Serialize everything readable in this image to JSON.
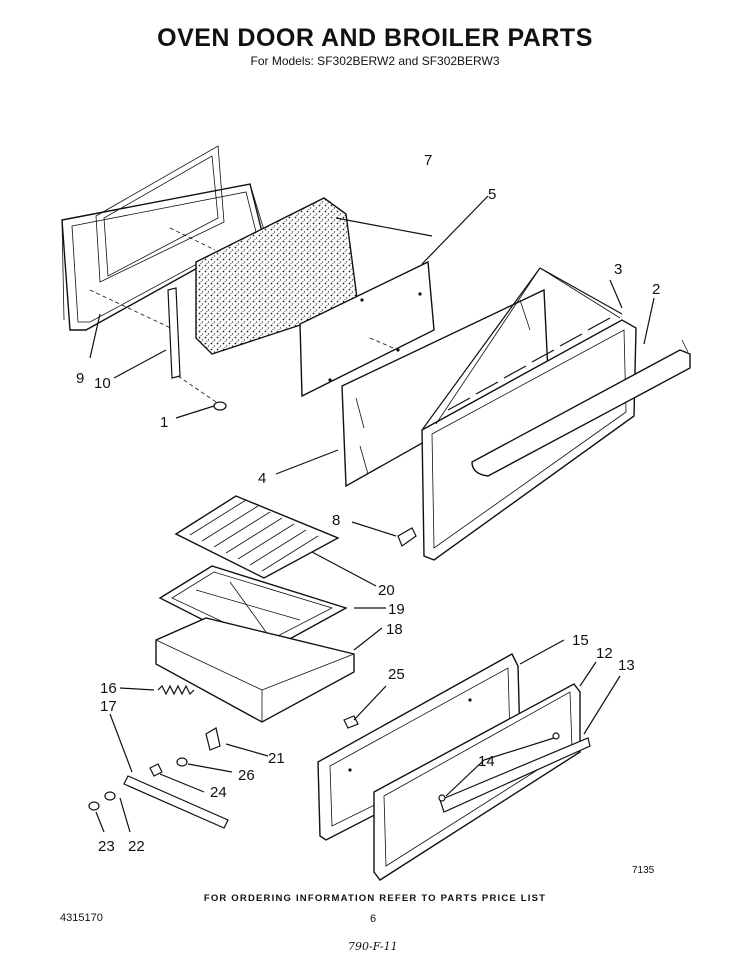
{
  "header": {
    "title": "OVEN DOOR AND BROILER PARTS",
    "subtitle": "For Models: SF302BERW2 and SF302BERW3"
  },
  "footer": {
    "ordering_note": "FOR ORDERING INFORMATION REFER TO PARTS PRICE LIST",
    "document_number": "4315170",
    "page_number": "6",
    "handwritten_note": "790-F-11",
    "figure_number": "7135"
  },
  "callouts": {
    "c1": "1",
    "c2": "2",
    "c3": "3",
    "c4": "4",
    "c5": "5",
    "c7": "7",
    "c8": "8",
    "c9": "9",
    "c10": "10",
    "c12": "12",
    "c13": "13",
    "c14": "14",
    "c15": "15",
    "c16": "16",
    "c17": "17",
    "c18": "18",
    "c19": "19",
    "c20": "20",
    "c21": "21",
    "c22": "22",
    "c23": "23",
    "c24": "24",
    "c25": "25",
    "c26": "26"
  }
}
